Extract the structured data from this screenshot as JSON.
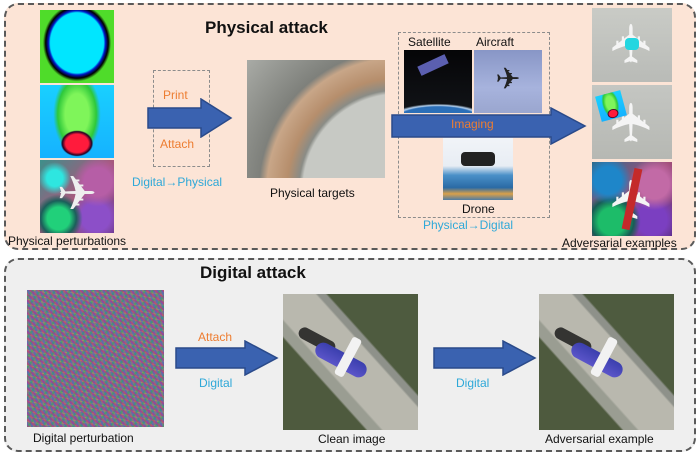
{
  "figure": {
    "physical_panel": {
      "title": "Physical attack",
      "perturbations_caption": "Physical perturbations",
      "transfer_box": {
        "top_label": "Print",
        "bottom_label": "Attach",
        "caption": "Digital→Physical"
      },
      "targets_caption": "Physical targets",
      "imaging_box": {
        "platforms": [
          {
            "label": "Satellite"
          },
          {
            "label": "Aircraft"
          },
          {
            "label": "Drone"
          }
        ],
        "arrow_label": "Imaging",
        "caption": "Physical→Digital"
      },
      "adversarial_caption": "Adversarial examples"
    },
    "digital_panel": {
      "title": "Digital attack",
      "perturbation_caption": "Digital perturbation",
      "arrow1_top_label": "Attach",
      "arrow1_bottom_label": "Digital",
      "clean_caption": "Clean image",
      "arrow2_label": "Digital",
      "adversarial_caption": "Adversarial example"
    },
    "colors": {
      "physical_bg": "#fce4d6",
      "digital_bg": "#efefef",
      "arrow_fill": "#3a62b0",
      "arrow_stroke": "#2a4a8a",
      "orange_text": "#ed7d31",
      "cyan_text": "#2ea8d8"
    },
    "icons": {
      "plane": "✈"
    }
  }
}
